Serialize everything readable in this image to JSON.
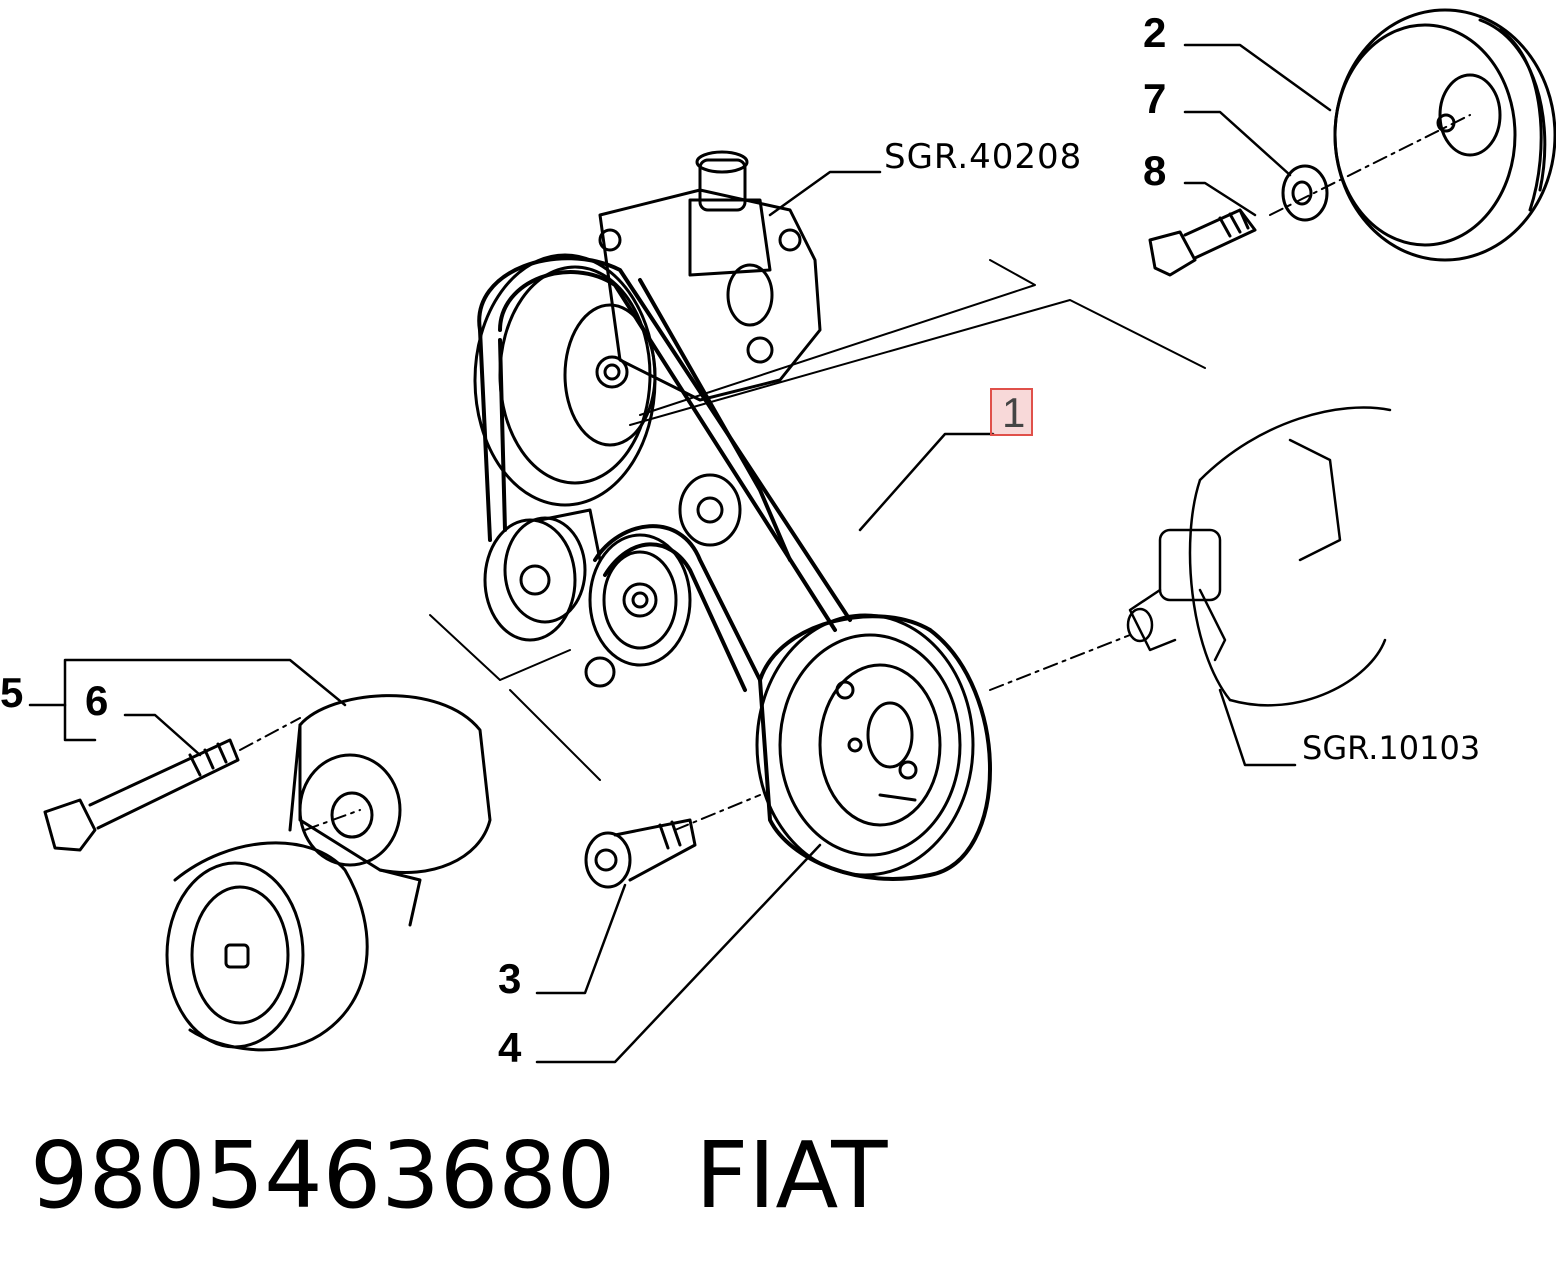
{
  "callouts": {
    "c1": "1",
    "c2": "2",
    "c3": "3",
    "c4": "4",
    "c5": "5",
    "c6": "6",
    "c7": "7",
    "c8": "8"
  },
  "references": {
    "power_steering": "SGR.40208",
    "crankshaft": "SGR.10103"
  },
  "footer": {
    "part_number": "9805463680",
    "brand": "FIAT"
  },
  "colors": {
    "line": "#000000",
    "highlight_border": "#e0504a",
    "highlight_fill": "#f2c6c4"
  },
  "highlighted_callout": "1"
}
